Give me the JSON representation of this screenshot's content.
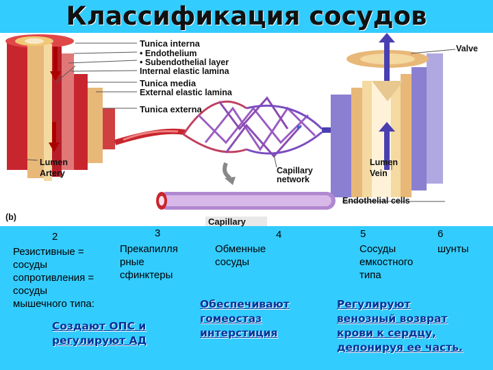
{
  "title": "Классификация сосудов",
  "diagram": {
    "labels": {
      "tunica_interna": "Tunica interna",
      "endothelium": "• Endothelium",
      "subendothelial": "• Subendothelial layer",
      "internal_elastic": "Internal elastic lamina",
      "tunica_media": "Tunica media",
      "external_elastic": "External elastic lamina",
      "tunica_externa": "Tunica externa",
      "valve": "Valve",
      "lumen_artery": "Lumen",
      "artery": "Artery",
      "capillary_network_1": "Capillary",
      "capillary_network_2": "network",
      "lumen_vein": "Lumen",
      "vein": "Vein",
      "endothelial_cells": "Endothelial cells",
      "panel_b": "(b)",
      "capillary": "Capillary"
    },
    "colors": {
      "artery_red": "#c8262e",
      "media_tan": "#e8b878",
      "vein_blue": "#4a3fb0",
      "capillary_purple": "#9a5cc2"
    }
  },
  "categories": [
    {
      "num": "2",
      "text": [
        "Резистивные =",
        "сосуды",
        "сопротивления =",
        "сосуды",
        "мышечного типа:"
      ]
    },
    {
      "num": "3",
      "text": [
        "Прекапилля",
        "рные",
        "сфинктеры"
      ]
    },
    {
      "num": "4",
      "text": [
        "Обменные",
        "сосуды"
      ]
    },
    {
      "num": "5",
      "text": [
        "Сосуды",
        "емкостного",
        "типа"
      ]
    },
    {
      "num": "6",
      "text": [
        "шунты"
      ]
    }
  ],
  "notes": {
    "resistive": [
      "Создают ОПС и",
      "регулируют АД"
    ],
    "exchange": [
      "Обеспечивают",
      "гомеостаз",
      "интерстиция"
    ],
    "capacitive": [
      "Регулируют",
      "венозный возврат",
      "крови к сердцу,",
      "депонируя ее часть."
    ]
  }
}
